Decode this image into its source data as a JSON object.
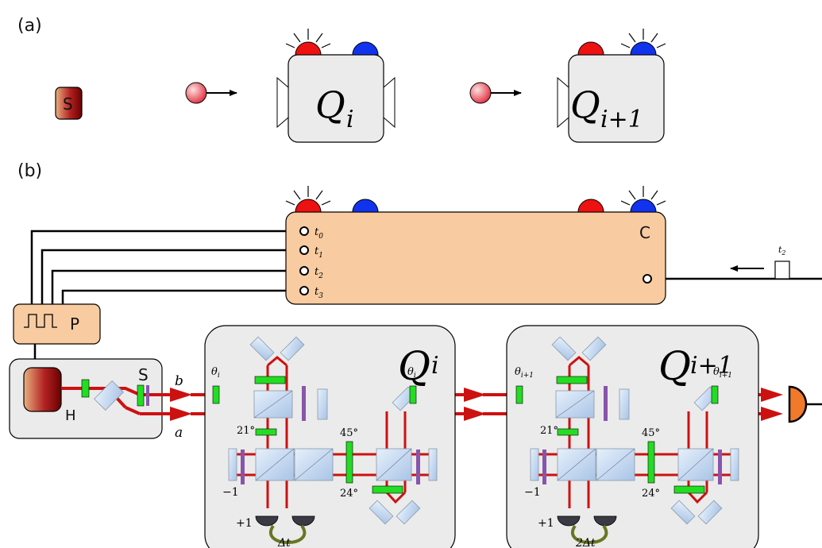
{
  "panels": {
    "a": "(a)",
    "b": "(b)"
  },
  "source_label": "S",
  "node_q_i": {
    "main": "Q",
    "sub": "i"
  },
  "node_q_i1": {
    "main": "Q",
    "sub": "i+1"
  },
  "controller": {
    "label": "C",
    "ports": [
      {
        "main": "t",
        "sub": "0"
      },
      {
        "main": "t",
        "sub": "1"
      },
      {
        "main": "t",
        "sub": "2"
      },
      {
        "main": "t",
        "sub": "3"
      }
    ],
    "input": {
      "main": "t",
      "sub": "2"
    }
  },
  "pulse_label": "P",
  "source_box": {
    "h_label": "H",
    "s_label": "S"
  },
  "modes": {
    "b": "b",
    "a": "a"
  },
  "stage_q_i": {
    "theta_in": {
      "main": "θ",
      "sub": "i"
    },
    "theta_out": {
      "main": "θ",
      "sub": "i"
    },
    "angle_21": "21°",
    "angle_45": "45°",
    "angle_24": "24°",
    "minus_one": "−1",
    "plus_one": "+1",
    "delay": "Δt"
  },
  "stage_q_i1": {
    "theta_in": {
      "main": "θ",
      "sub": "i+1"
    },
    "theta_out": {
      "main": "θ",
      "sub": "i+1"
    },
    "angle_21": "21°",
    "angle_45": "45°",
    "angle_24": "24°",
    "minus_one": "−1",
    "plus_one": "+1",
    "delay": "2Δt"
  },
  "colors": {
    "beam": "#cc1111",
    "waveplate": "#22dd22",
    "polarizer": "#8855aa",
    "box_fill": "#ebebeb",
    "controller_fill": "#f8cba0",
    "lamp_red": "#ee1111",
    "lamp_blue": "#1133ee",
    "loop": "#667722",
    "detector": "#f07a2a"
  }
}
